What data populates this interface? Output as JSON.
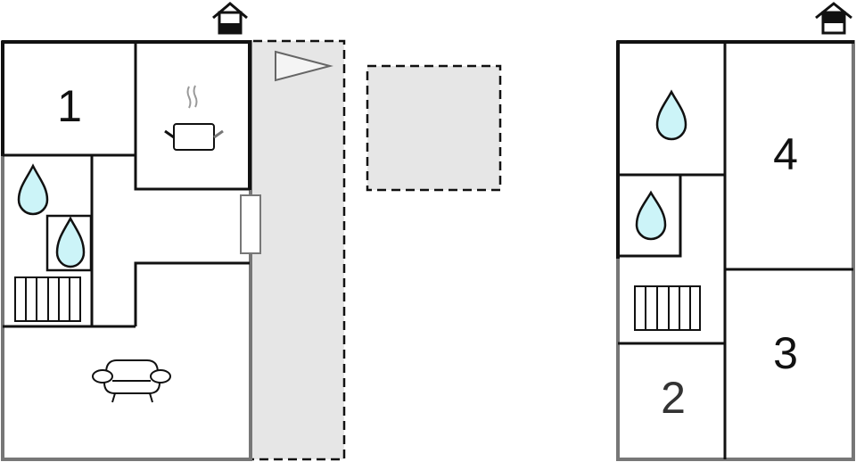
{
  "floorplan": {
    "ground_floor": {
      "level_icon": "house-ground-floor-icon",
      "rooms": [
        {
          "id": "bedroom-1",
          "label": "1",
          "type": "bedroom"
        },
        {
          "id": "kitchen",
          "label": "",
          "type": "kitchen",
          "icon": "cooking-pot-icon"
        },
        {
          "id": "bathroom-a",
          "label": "",
          "type": "bathroom",
          "icon": "water-drop-icon"
        },
        {
          "id": "bathroom-b",
          "label": "",
          "type": "shower",
          "icon": "water-drop-icon"
        },
        {
          "id": "stairs",
          "label": "",
          "type": "stairs",
          "icon": "stairs-icon"
        },
        {
          "id": "living-room",
          "label": "",
          "type": "living",
          "icon": "armchair-icon"
        },
        {
          "id": "door",
          "label": "",
          "type": "door"
        }
      ],
      "outdoor": [
        {
          "id": "terrace",
          "type": "terrace",
          "icon": "flag-icon"
        },
        {
          "id": "outdoor-area",
          "type": "outdoor-area"
        }
      ]
    },
    "upper_floor": {
      "level_icon": "house-upper-floor-icon",
      "rooms": [
        {
          "id": "bathroom-c",
          "label": "",
          "type": "bathroom",
          "icon": "water-drop-icon"
        },
        {
          "id": "bathroom-d",
          "label": "",
          "type": "shower",
          "icon": "water-drop-icon"
        },
        {
          "id": "stairs-upper",
          "label": "",
          "type": "stairs",
          "icon": "stairs-icon"
        },
        {
          "id": "bedroom-2",
          "label": "2",
          "type": "bedroom"
        },
        {
          "id": "bedroom-3",
          "label": "3",
          "type": "bedroom"
        },
        {
          "id": "bedroom-4",
          "label": "4",
          "type": "bedroom"
        }
      ]
    },
    "colors": {
      "wall": "#111111",
      "outer_wall_gray": "#777777",
      "outdoor_fill": "#e6e6e6",
      "water": "#ccf4f8"
    }
  }
}
